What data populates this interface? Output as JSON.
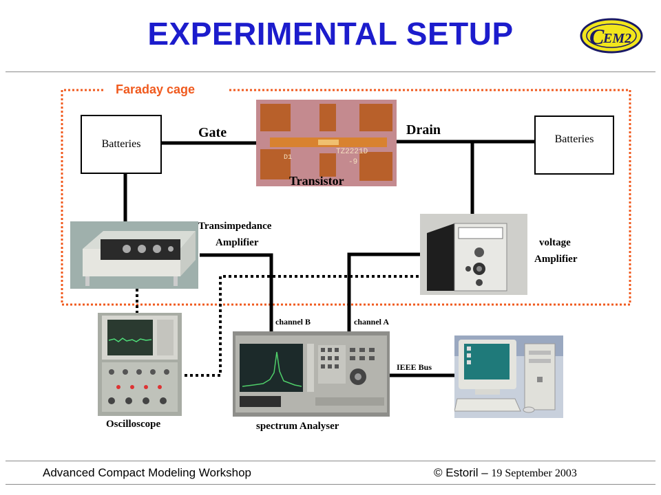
{
  "header": {
    "title": "EXPERIMENTAL SETUP",
    "logo_text": "EM2"
  },
  "diagram": {
    "faraday_cage_label": "Faraday cage",
    "batteries_left": "Batteries",
    "batteries_right": "Batteries",
    "gate_label": "Gate",
    "drain_label": "Drain",
    "transistor_label": "Transistor",
    "transistor_chip_text": [
      "D1",
      "TZ2221D",
      "-9"
    ],
    "transimpedance_line1": "Transimpedance",
    "transimpedance_line2": "Amplifier",
    "voltage_line1": "voltage",
    "voltage_line2": "Amplifier",
    "channel_b": "channel B",
    "channel_a": "channel A",
    "ieee_bus": "IEEE Bus",
    "oscilloscope_label": "Oscilloscope",
    "spectrum_label": "spectrum Analyser"
  },
  "footer": {
    "left": "Advanced Compact Modeling Workshop",
    "right_prefix": "© Estoril – ",
    "right_date": "19 September 2003"
  },
  "colors": {
    "title": "#1c1ccc",
    "cage": "#f05a1e",
    "wire": "#000000"
  }
}
